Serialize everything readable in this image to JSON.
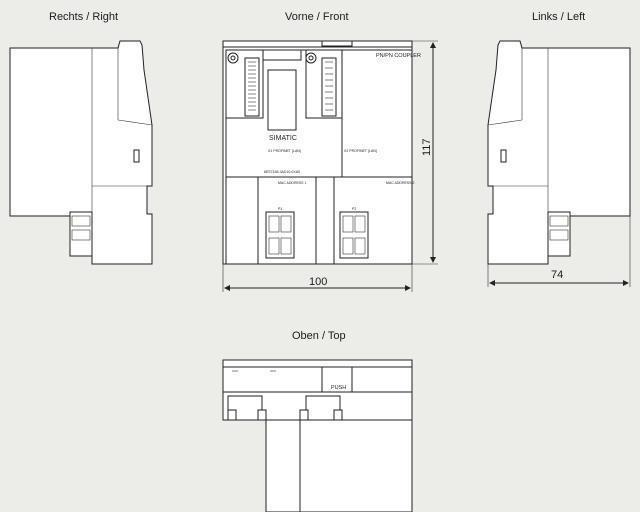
{
  "views": {
    "right": "Rechts / Right",
    "front": "Vorne / Front",
    "left": "Links / Left",
    "top": "Oben / Top"
  },
  "dimensions": {
    "width": "100",
    "height": "117",
    "depth": "74"
  },
  "device": {
    "product_label": "PN/PN COUPLER",
    "brand": "SIMATIC",
    "push_label": "PUSH",
    "order_number": "6ES7158-3AD10-0XA0",
    "mac_1": "MAC ADDRESS 1",
    "mac_2": "MAC ADDRESS 2",
    "x1_label": "X1 PROFINET (LAN)",
    "x2_label": "X2 PROFINET (LAN)",
    "port_1": "P1",
    "port_2": "P2"
  }
}
